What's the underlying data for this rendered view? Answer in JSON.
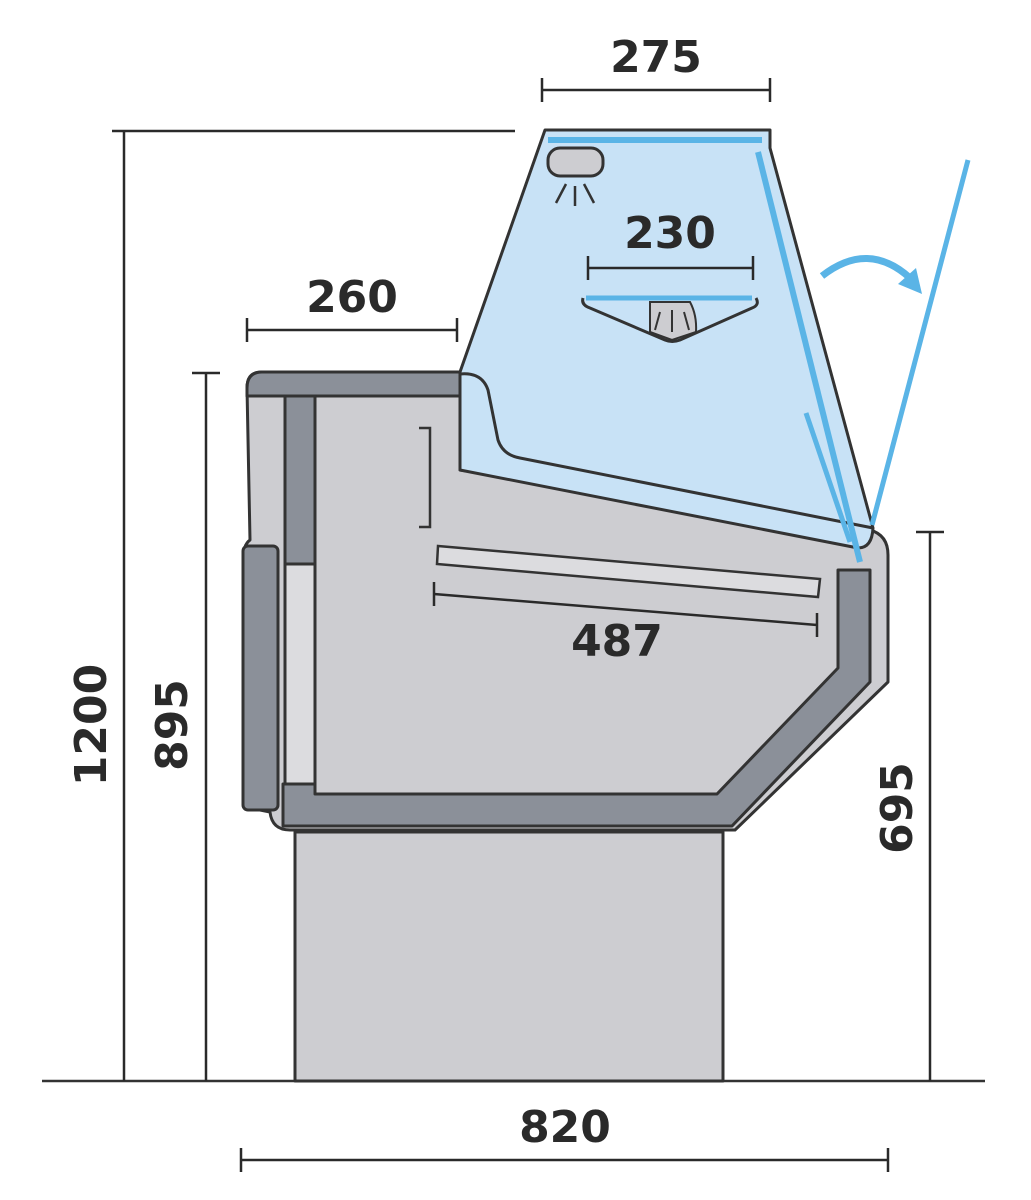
{
  "units": "mm",
  "dimensions": {
    "top_width": "275",
    "shelf_width": "230",
    "top_depth": "260",
    "display_depth": "487",
    "total_height": "1200",
    "counter_height": "895",
    "front_height": "695",
    "total_depth": "820"
  },
  "colors": {
    "glass": "#c8e2f6",
    "glass_edge": "#5ab4e6",
    "body": "#cdcdd1",
    "frame": "#8b9099",
    "outline": "#333333"
  },
  "icons": [
    "light-fixture-icon",
    "shelf-light-icon",
    "door-open-arrow-icon"
  ]
}
